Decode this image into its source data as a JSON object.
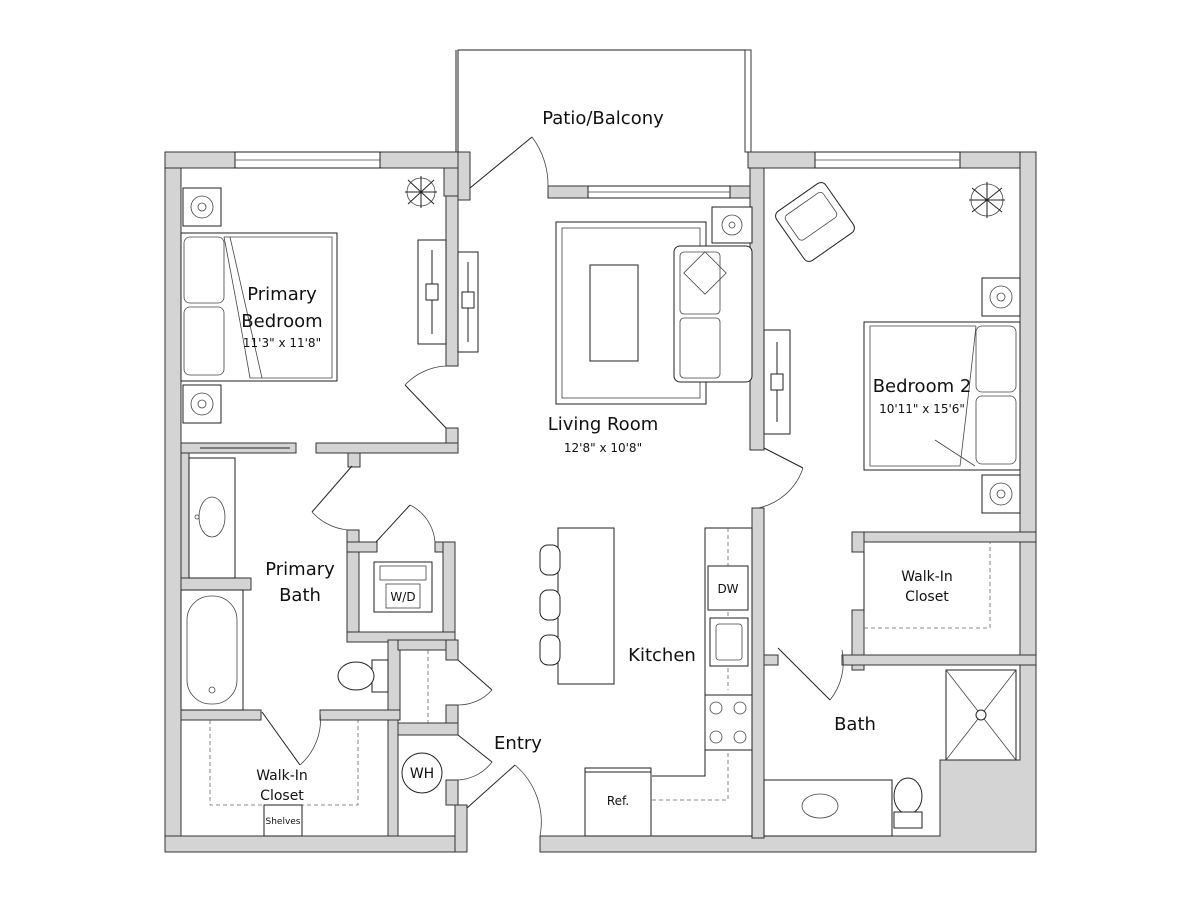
{
  "rooms": {
    "patio": {
      "name": "Patio/Balcony"
    },
    "primary_bedroom": {
      "name_line1": "Primary",
      "name_line2": "Bedroom",
      "dims": "11'3\" x 11'8\""
    },
    "living_room": {
      "name": "Living Room",
      "dims": "12'8\" x 10'8\""
    },
    "bedroom2": {
      "name": "Bedroom 2",
      "dims": "10'11\" x 15'6\""
    },
    "primary_bath": {
      "name_line1": "Primary",
      "name_line2": "Bath"
    },
    "walkin_closet_2": {
      "name_line1": "Walk-In",
      "name_line2": "Closet"
    },
    "kitchen": {
      "name": "Kitchen"
    },
    "bath": {
      "name": "Bath"
    },
    "entry": {
      "name": "Entry"
    },
    "walkin_closet_primary": {
      "name_line1": "Walk-In",
      "name_line2": "Closet",
      "shelves": "Shelves"
    }
  },
  "fixtures": {
    "washer_dryer": "W/D",
    "dishwasher": "DW",
    "water_heater": "WH",
    "refrigerator": "Ref."
  }
}
